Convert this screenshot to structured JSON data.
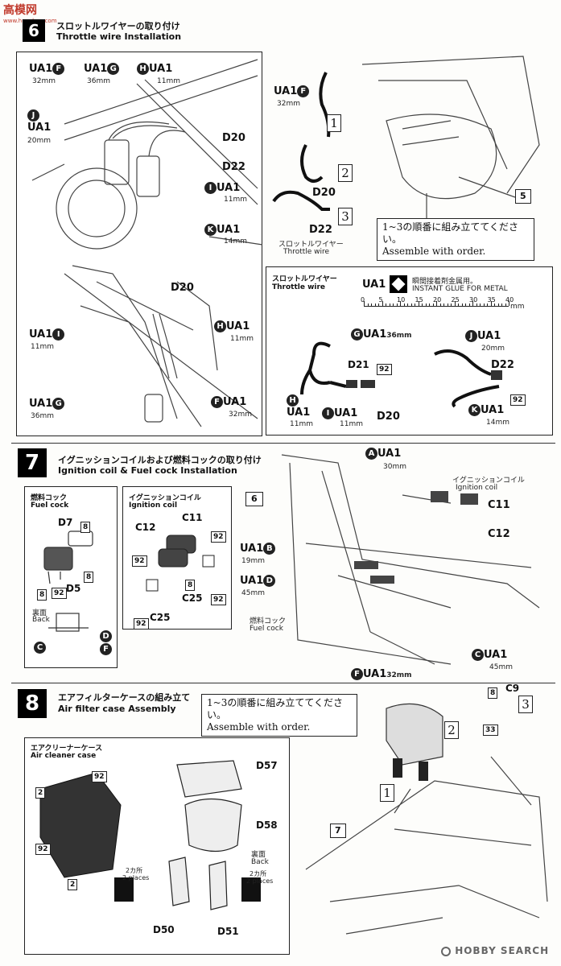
{
  "header": {
    "logo_text": "高模网",
    "logo_url": "www.hm-shop.com"
  },
  "step6": {
    "number": "6",
    "title_jp": "スロットルワイヤーの取り付け",
    "title_en": "Throttle wire Installation",
    "upper_labels": {
      "uaf": "UA1",
      "f": "F",
      "f_mm": "32mm",
      "uag": "UA1",
      "g": "G",
      "g_mm": "36mm",
      "h": "H",
      "uah": "UA1",
      "h_mm": "11mm",
      "j": "J",
      "uaj": "UA1",
      "j_mm": "20mm",
      "d20": "D20",
      "d22": "D22",
      "i": "I",
      "uai": "UA1",
      "i_mm": "11mm",
      "k": "K",
      "uak": "UA1",
      "k_mm": "14mm"
    },
    "lower_labels": {
      "d20": "D20",
      "uai": "UA1",
      "i": "I",
      "i_mm": "11mm",
      "h": "H",
      "uah": "UA1",
      "h_mm": "11mm",
      "uag": "UA1",
      "g": "G",
      "g_mm": "36mm",
      "f": "F",
      "uaf": "UA1",
      "f_mm": "32mm"
    },
    "right_labels": {
      "uaf": "UA1",
      "f": "F",
      "f_mm": "32mm",
      "n1": "1",
      "n2": "2",
      "n3": "3",
      "d20": "D20",
      "d22": "D22",
      "wire_jp": "スロットルワイヤー",
      "wire_en": "Throttle wire",
      "ref": "5"
    },
    "note_jp": "1~3の順番に組み立ててください。",
    "note_en": "Assemble with order.",
    "wire_box": {
      "title_jp": "スロットルワイヤー",
      "title_en": "Throttle wire",
      "glue_code": "UA1",
      "glue_jp": "瞬間接着剤金属用。",
      "glue_en": "INSTANT GLUE  FOR METAL",
      "ruler_ticks": [
        "0",
        "5",
        "10",
        "15",
        "20",
        "25",
        "30",
        "35",
        "40"
      ],
      "ruler_unit": "mm",
      "g": "G",
      "uag": "UA1",
      "g_mm": "36mm",
      "d21": "D21",
      "p92a": "92",
      "h": "H",
      "uah": "UA1",
      "h_mm": "11mm",
      "i": "I",
      "uai": "UA1",
      "i_mm": "11mm",
      "d20": "D20",
      "j": "J",
      "uaj": "UA1",
      "j_mm": "20mm",
      "d22": "D22",
      "p92b": "92",
      "k": "K",
      "uak": "UA1",
      "k_mm": "14mm"
    }
  },
  "step7": {
    "number": "7",
    "title_jp": "イグニッションコイルおよび燃料コックの取り付け",
    "title_en": "Ignition coil & Fuel cock Installation",
    "fuel_box": {
      "title_jp": "燃料コック",
      "title_en": "Fuel cock",
      "d7": "D7",
      "p8a": "8",
      "p8b": "8",
      "p8c": "8",
      "p92": "92",
      "d5": "D5",
      "back_jp": "裏面",
      "back_en": "Back",
      "c": "C",
      "d": "D",
      "f": "F"
    },
    "coil_box": {
      "title_jp": "イグニッションコイル",
      "title_en": "Ignition coil",
      "c11": "C11",
      "c12": "C12",
      "p92a": "92",
      "p92b": "92",
      "p8": "8",
      "c25a": "C25",
      "p92c": "92",
      "p92d": "92",
      "c25b": "C25"
    },
    "main": {
      "ref": "6",
      "a": "A",
      "uaa": "UA1",
      "a_mm": "30mm",
      "coil_jp": "イグニッションコイル",
      "coil_en": "Ignition coil",
      "c11": "C11",
      "c12": "C12",
      "uab": "UA1",
      "b": "B",
      "b_mm": "19mm",
      "uad": "UA1",
      "d": "D",
      "d_mm": "45mm",
      "fuel_jp": "燃料コック",
      "fuel_en": "Fuel cock",
      "c": "C",
      "uac": "UA1",
      "c_mm": "45mm",
      "f": "F",
      "uaf": "UA1",
      "f_mm": "32mm"
    }
  },
  "step8": {
    "number": "8",
    "title_jp": "エアフィルターケースの組み立て",
    "title_en": "Air filter case Assembly",
    "note_jp": "1~3の順番に組み立ててください。",
    "note_en": "Assemble with order.",
    "p8": "8",
    "c9": "C9",
    "p33": "33",
    "n1": "1",
    "n2": "2",
    "n3": "3",
    "ref": "7",
    "box": {
      "title_jp": "エアクリーナーケース",
      "title_en": "Air cleaner case",
      "p92a": "92",
      "p2a": "2",
      "p92b": "92",
      "p2b": "2",
      "d57": "D57",
      "d58": "D58",
      "places_jp1": "2カ所",
      "places_en1": "2 places",
      "back_jp": "裏面",
      "back_en": "Back",
      "places_jp2": "2カ所",
      "places_en2": "2 places",
      "d50": "D50",
      "d51": "D51"
    }
  },
  "footer": {
    "brand": "HOBBY SEARCH"
  }
}
